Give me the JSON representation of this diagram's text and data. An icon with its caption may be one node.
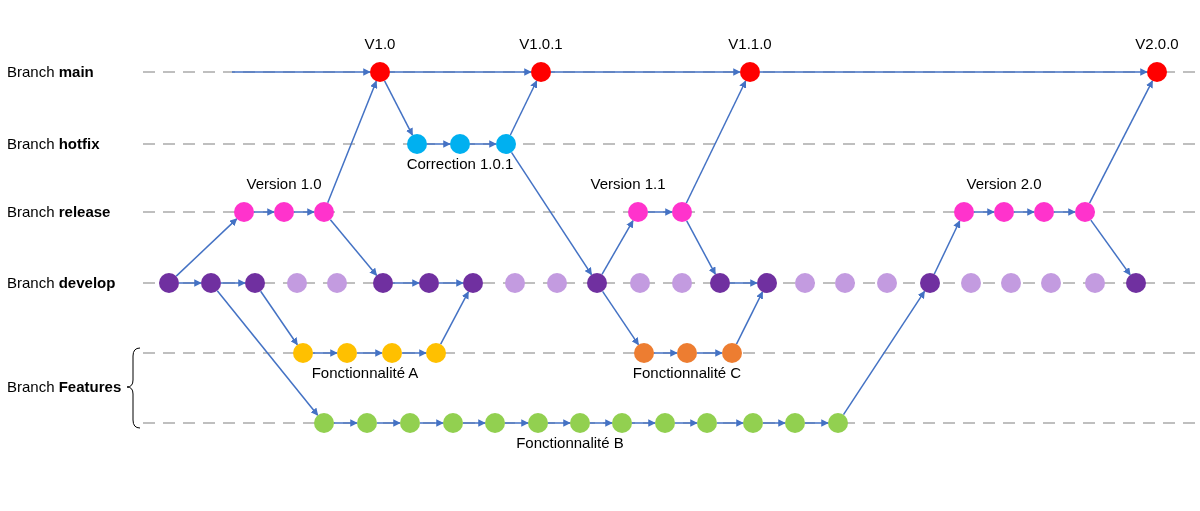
{
  "diagram": {
    "nodes": [
      {
        "text": [],
        "shape": "circle",
        "beside": [
          "V1.0"
        ]
      },
      {
        "text": [],
        "shape": "circle",
        "beside": [
          "V1.0.1"
        ]
      },
      {
        "text": [],
        "shape": "circle",
        "beside": [
          "V1.1.0"
        ]
      },
      {
        "text": [],
        "shape": "circle",
        "beside": [
          "V2.0.0"
        ]
      },
      {
        "text": [],
        "shape": "circle"
      },
      {
        "text": [],
        "shape": "circle",
        "beside": [
          "Correction 1.0.1"
        ]
      },
      {
        "text": [],
        "shape": "circle"
      },
      {
        "text": [],
        "shape": "circle"
      },
      {
        "text": [],
        "shape": "circle",
        "beside": [
          "Version 1.0"
        ]
      },
      {
        "text": [],
        "shape": "circle"
      },
      {
        "text": [],
        "shape": "circle",
        "beside": [
          "Version 1.1"
        ]
      },
      {
        "text": [],
        "shape": "circle"
      },
      {
        "text": [],
        "shape": "circle"
      },
      {
        "text": [],
        "shape": "circle",
        "beside": [
          "Version 2.0"
        ]
      },
      {
        "text": [],
        "shape": "circle"
      },
      {
        "text": [],
        "shape": "circle"
      },
      {
        "text": [],
        "shape": "circle"
      },
      {
        "text": [],
        "shape": "circle"
      },
      {
        "text": [],
        "shape": "circle"
      },
      {
        "text": [],
        "shape": "circle"
      },
      {
        "text": [],
        "shape": "circle"
      },
      {
        "text": [],
        "shape": "circle"
      },
      {
        "text": [],
        "shape": "circle"
      },
      {
        "text": [],
        "shape": "circle"
      },
      {
        "text": [],
        "shape": "circle"
      },
      {
        "text": [],
        "shape": "circle"
      },
      {
        "text": [],
        "shape": "circle"
      },
      {
        "text": [],
        "shape": "circle"
      },
      {
        "text": [],
        "shape": "circle"
      },
      {
        "text": [],
        "shape": "circle"
      },
      {
        "text": [],
        "shape": "circle"
      },
      {
        "text": [],
        "shape": "circle"
      },
      {
        "text": [],
        "shape": "circle"
      },
      {
        "text": [],
        "shape": "circle"
      },
      {
        "text": [],
        "shape": "circle"
      },
      {
        "text": [],
        "shape": "circle"
      },
      {
        "text": [],
        "shape": "circle"
      },
      {
        "text": [],
        "shape": "circle"
      },
      {
        "text": [],
        "shape": "circle"
      },
      {
        "text": [],
        "shape": "circle"
      },
      {
        "text": [],
        "shape": "circle"
      },
      {
        "text": [],
        "shape": "circle",
        "beside": [
          "Fonctionnalité A"
        ]
      },
      {
        "text": [],
        "shape": "circle"
      },
      {
        "text": [],
        "shape": "circle"
      },
      {
        "text": [],
        "shape": "circle"
      },
      {
        "text": [],
        "shape": "circle",
        "beside": [
          "Fonctionnalité C"
        ]
      },
      {
        "text": [],
        "shape": "circle"
      },
      {
        "text": [],
        "shape": "circle"
      },
      {
        "text": [],
        "shape": "circle"
      },
      {
        "text": [],
        "shape": "circle"
      },
      {
        "text": [],
        "shape": "circle"
      },
      {
        "text": [],
        "shape": "circle"
      },
      {
        "text": [],
        "shape": "circle"
      },
      {
        "text": [],
        "shape": "circle",
        "beside": [
          "Fonctionnalité B"
        ]
      },
      {
        "text": [],
        "shape": "circle"
      },
      {
        "text": [],
        "shape": "circle"
      },
      {
        "text": [],
        "shape": "circle"
      },
      {
        "text": [],
        "shape": "circle"
      },
      {
        "text": [],
        "shape": "circle"
      },
      {
        "text": [],
        "shape": "circle"
      }
    ],
    "edges": [
      {
        "from": null,
        "to": 0,
        "arrow": "to"
      },
      {
        "from": 0,
        "to": 1,
        "arrow": "to"
      },
      {
        "from": 1,
        "to": 2,
        "arrow": "to"
      },
      {
        "from": 2,
        "to": 3,
        "arrow": "to"
      },
      {
        "from": 0,
        "to": 4,
        "arrow": "to"
      },
      {
        "from": 4,
        "to": 5,
        "arrow": "to"
      },
      {
        "from": 5,
        "to": 6,
        "arrow": "to"
      },
      {
        "from": 6,
        "to": 1,
        "arrow": "to"
      },
      {
        "from": 6,
        "to": 26,
        "arrow": "to"
      },
      {
        "from": 16,
        "to": 7,
        "arrow": "to"
      },
      {
        "from": 7,
        "to": 8,
        "arrow": "to"
      },
      {
        "from": 8,
        "to": 9,
        "arrow": "to"
      },
      {
        "from": 9,
        "to": 0,
        "arrow": "to"
      },
      {
        "from": 9,
        "to": 21,
        "arrow": "to"
      },
      {
        "from": 16,
        "to": 17,
        "arrow": "to"
      },
      {
        "from": 17,
        "to": 18,
        "arrow": "to"
      },
      {
        "from": 17,
        "to": 47,
        "arrow": "to"
      },
      {
        "from": 18,
        "to": 40,
        "arrow": "to"
      },
      {
        "from": 40,
        "to": 41,
        "arrow": "to"
      },
      {
        "from": 41,
        "to": 42,
        "arrow": "to"
      },
      {
        "from": 42,
        "to": 43,
        "arrow": "to"
      },
      {
        "from": 43,
        "to": 23,
        "arrow": "to"
      },
      {
        "from": 21,
        "to": 22,
        "arrow": "to"
      },
      {
        "from": 22,
        "to": 23,
        "arrow": "to"
      },
      {
        "from": 26,
        "to": 10,
        "arrow": "to"
      },
      {
        "from": 10,
        "to": 11,
        "arrow": "to"
      },
      {
        "from": 11,
        "to": 2,
        "arrow": "to"
      },
      {
        "from": 11,
        "to": 29,
        "arrow": "to"
      },
      {
        "from": 26,
        "to": 44,
        "arrow": "to"
      },
      {
        "from": 44,
        "to": 45,
        "arrow": "to"
      },
      {
        "from": 45,
        "to": 46,
        "arrow": "to"
      },
      {
        "from": 46,
        "to": 30,
        "arrow": "to"
      },
      {
        "from": 29,
        "to": 30,
        "arrow": "to"
      },
      {
        "from": 47,
        "to": 48,
        "arrow": "to"
      },
      {
        "from": 48,
        "to": 49,
        "arrow": "to"
      },
      {
        "from": 49,
        "to": 50,
        "arrow": "to"
      },
      {
        "from": 50,
        "to": 51,
        "arrow": "to"
      },
      {
        "from": 51,
        "to": 52,
        "arrow": "to"
      },
      {
        "from": 52,
        "to": 53,
        "arrow": "to"
      },
      {
        "from": 53,
        "to": 54,
        "arrow": "to"
      },
      {
        "from": 54,
        "to": 55,
        "arrow": "to"
      },
      {
        "from": 55,
        "to": 56,
        "arrow": "to"
      },
      {
        "from": 56,
        "to": 57,
        "arrow": "to"
      },
      {
        "from": 57,
        "to": 58,
        "arrow": "to"
      },
      {
        "from": 58,
        "to": 59,
        "arrow": "to"
      },
      {
        "from": 59,
        "to": 34,
        "arrow": "to"
      },
      {
        "from": 34,
        "to": 12,
        "arrow": "to"
      },
      {
        "from": 12,
        "to": 13,
        "arrow": "to"
      },
      {
        "from": 13,
        "to": 14,
        "arrow": "to"
      },
      {
        "from": 14,
        "to": 15,
        "arrow": "to"
      },
      {
        "from": 15,
        "to": 3,
        "arrow": "to"
      },
      {
        "from": 15,
        "to": 39,
        "arrow": "to"
      }
    ],
    "labels": [
      "Branch **main**",
      "Branch **hotfix**",
      "Branch **release**",
      "Branch **develop**",
      "Branch **Features**"
    ]
  }
}
